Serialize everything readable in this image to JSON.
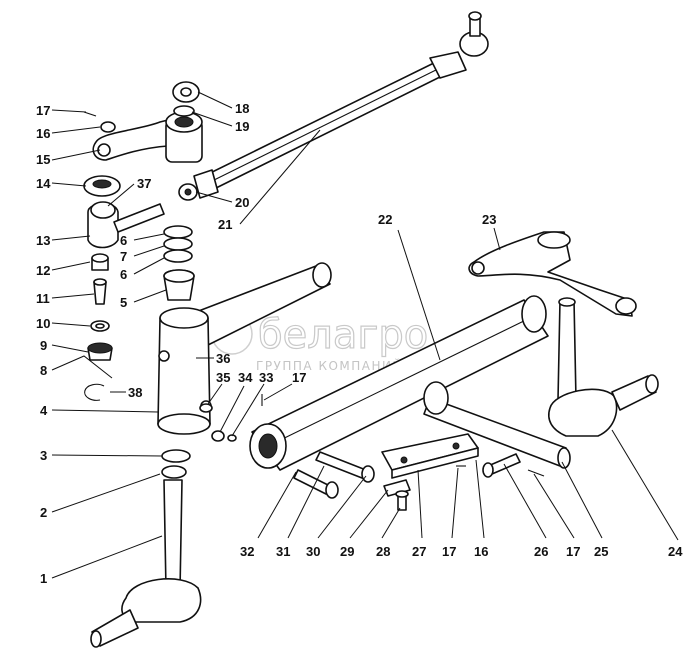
{
  "watermark": {
    "brand": "белагро",
    "tagline": "ГРУППА КОМПАНИЙ"
  },
  "callouts": [
    {
      "id": "c17a",
      "text": "17"
    },
    {
      "id": "c16a",
      "text": "16"
    },
    {
      "id": "c15",
      "text": "15"
    },
    {
      "id": "c18",
      "text": "18"
    },
    {
      "id": "c19",
      "text": "19"
    },
    {
      "id": "c14",
      "text": "14"
    },
    {
      "id": "c37",
      "text": "37"
    },
    {
      "id": "c20",
      "text": "20"
    },
    {
      "id": "c21",
      "text": "21"
    },
    {
      "id": "c13",
      "text": "13"
    },
    {
      "id": "c6a",
      "text": "6"
    },
    {
      "id": "c7",
      "text": "7"
    },
    {
      "id": "c6b",
      "text": "6"
    },
    {
      "id": "c12",
      "text": "12"
    },
    {
      "id": "c11",
      "text": "11"
    },
    {
      "id": "c5",
      "text": "5"
    },
    {
      "id": "c10",
      "text": "10"
    },
    {
      "id": "c9",
      "text": "9"
    },
    {
      "id": "c8",
      "text": "8"
    },
    {
      "id": "c36",
      "text": "36"
    },
    {
      "id": "c35",
      "text": "35"
    },
    {
      "id": "c34",
      "text": "34"
    },
    {
      "id": "c33",
      "text": "33"
    },
    {
      "id": "c17b",
      "text": "17"
    },
    {
      "id": "c38",
      "text": "38"
    },
    {
      "id": "c4",
      "text": "4"
    },
    {
      "id": "c3",
      "text": "3"
    },
    {
      "id": "c2",
      "text": "2"
    },
    {
      "id": "c1",
      "text": "1"
    },
    {
      "id": "c22",
      "text": "22"
    },
    {
      "id": "c23",
      "text": "23"
    },
    {
      "id": "c24",
      "text": "24"
    },
    {
      "id": "c32",
      "text": "32"
    },
    {
      "id": "c31",
      "text": "31"
    },
    {
      "id": "c30",
      "text": "30"
    },
    {
      "id": "c29",
      "text": "29"
    },
    {
      "id": "c28",
      "text": "28"
    },
    {
      "id": "c27",
      "text": "27"
    },
    {
      "id": "c17c",
      "text": "17"
    },
    {
      "id": "c16b",
      "text": "16"
    },
    {
      "id": "c26",
      "text": "26"
    },
    {
      "id": "c17d",
      "text": "17"
    },
    {
      "id": "c25",
      "text": "25"
    }
  ]
}
